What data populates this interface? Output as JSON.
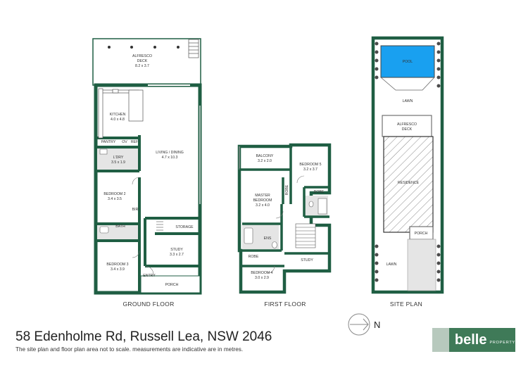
{
  "address": "58 Edenholme Rd, Russell Lea, NSW 2046",
  "disclaimer": "The site plan and floor plan area not to scale. measurements are indicative are in metres.",
  "compass": {
    "label": "N"
  },
  "brand": {
    "name": "belle",
    "sub": "PROPERTY"
  },
  "colors": {
    "wall": "#1f5e43",
    "pool": "#19a0f0",
    "floor": "#ffffff",
    "wet_floor": "#e5e5e5"
  },
  "ground_floor": {
    "label": "GROUND FLOOR",
    "rooms": {
      "alfresco_name": "ALFRESCO",
      "alfresco_name2": "DECK",
      "alfresco_size": "8.2 x 3.7",
      "kitchen_name": "KITCHEN",
      "kitchen_size": "4.0 x 4.8",
      "pantry": "PANTRY",
      "ov": "OV",
      "ref": "REF",
      "ldry_name": "L'DRY",
      "ldry_size": "3.5 x 1.9",
      "living_name": "LIVING / DINING",
      "living_size": "4.7 x 10.3",
      "bed2_name": "BEDROOM 2",
      "bed2_size": "3.4 x 3.5",
      "bir": "BIR",
      "bath": "BATH",
      "storage": "STORAGE",
      "study_name": "STUDY",
      "study_size": "3.3 x 2.7",
      "bed3_name": "BEDROOM 3",
      "bed3_size": "3.4 x 3.9",
      "entry": "ENTRY",
      "porch": "PORCH"
    }
  },
  "first_floor": {
    "label": "FIRST FLOOR",
    "rooms": {
      "balcony_name": "BALCONY",
      "balcony_size": "3.2 x 2.0",
      "bed5_name": "BEDROOM 5",
      "bed5_size": "3.2 x 3.7",
      "master_name": "MASTER",
      "master_name2": "BEDROOM",
      "master_size": "3.2 x 4.0",
      "robe_v": "ROBE",
      "robe_h": "ROBE",
      "robe_3": "ROBE",
      "ens": "ENS",
      "study": "STUDY",
      "bed4_name": "BEDROOM 4",
      "bed4_size": "3.0 x 2.9"
    }
  },
  "site_plan": {
    "label": "SITE PLAN",
    "items": {
      "pool": "POOL",
      "lawn_top": "LAWN",
      "alfresco": "ALFRESCO",
      "alfresco2": "DECK",
      "residence": "RESIDENCE",
      "porch": "PORCH",
      "lawn_bottom": "LAWN"
    }
  }
}
